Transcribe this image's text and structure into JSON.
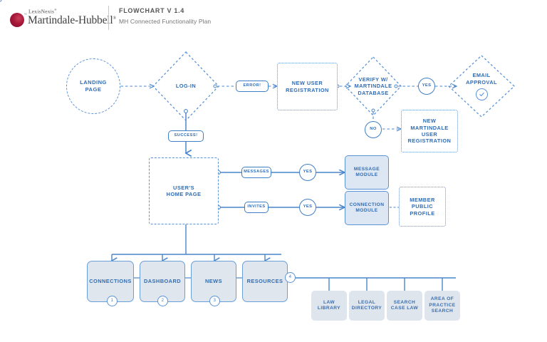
{
  "header": {
    "logo": {
      "brand_top": "LexisNexis",
      "brand_main": "Martindale-Hubbell",
      "mark_name": "lexisnexis-orb-logo"
    },
    "title": "FLOWCHART  V 1.4",
    "subtitle": "MH Connected Functionality Plan"
  },
  "colors": {
    "accent_blue": "#2f6cb5",
    "line_blue": "#5b93d6",
    "fill_blue": "#dce7f3",
    "fill_big": "#dfe6ee",
    "fill_grey": "#dfe5ec",
    "logo_red": "#a8173a",
    "background": "#ffffff"
  },
  "flowchart": {
    "type": "flowchart",
    "nodes": [
      {
        "id": "landing",
        "label": "LANDING\nPAGE",
        "shape": "circle-dashed"
      },
      {
        "id": "login",
        "label": "LOG-IN",
        "shape": "diamond-dashed"
      },
      {
        "id": "error",
        "label": "ERROR!",
        "shape": "pill"
      },
      {
        "id": "newuser",
        "label": "NEW USER\nREGISTRATION",
        "shape": "box-dotted"
      },
      {
        "id": "verify",
        "label": "VERIFY W/\nMARTINDALE\nDATABASE",
        "shape": "diamond-dashed"
      },
      {
        "id": "yes1",
        "label": "YES",
        "shape": "circle"
      },
      {
        "id": "approval",
        "label": "EMAIL\nAPPROVAL",
        "shape": "diamond-dashed",
        "icon": "check-circle-icon"
      },
      {
        "id": "no1",
        "label": "NO",
        "shape": "circle"
      },
      {
        "id": "newmart",
        "label": "NEW\nMARTINDALE\nUSER\nREGISTRATION",
        "shape": "box-dotted"
      },
      {
        "id": "success",
        "label": "SUCCESS!",
        "shape": "pill"
      },
      {
        "id": "homepage",
        "label": "USER'S\nHOME PAGE",
        "shape": "box-dashed"
      },
      {
        "id": "messages",
        "label": "MESSAGES",
        "shape": "pill"
      },
      {
        "id": "yes2",
        "label": "YES",
        "shape": "circle"
      },
      {
        "id": "msgmodule",
        "label": "MESSAGE\nMODULE",
        "shape": "box-filled"
      },
      {
        "id": "invites",
        "label": "INVITES",
        "shape": "pill"
      },
      {
        "id": "yes3",
        "label": "YES",
        "shape": "circle"
      },
      {
        "id": "connmodule",
        "label": "CONNECTION\nMODULE",
        "shape": "box-filled"
      },
      {
        "id": "memberprof",
        "label": "MEMBER\nPUBLIC\nPROFILE",
        "shape": "box-dotted"
      },
      {
        "id": "connections",
        "label": "CONNECTIONS",
        "shape": "box-big",
        "badge": "1"
      },
      {
        "id": "dashboard",
        "label": "DASHBOARD",
        "shape": "box-big",
        "badge": "2"
      },
      {
        "id": "news",
        "label": "NEWS",
        "shape": "box-big",
        "badge": "3"
      },
      {
        "id": "resources",
        "label": "RESOURCES",
        "shape": "box-big",
        "badge": "4"
      },
      {
        "id": "lawlib",
        "label": "LAW\nLIBRARY",
        "shape": "box-grey"
      },
      {
        "id": "legaldir",
        "label": "LEGAL\nDIRECTORY",
        "shape": "box-grey"
      },
      {
        "id": "casesearch",
        "label": "SEARCH\nCASE LAW",
        "shape": "box-grey"
      },
      {
        "id": "aopsearch",
        "label": "AREA OF\nPRACTICE\nSEARCH",
        "shape": "box-grey"
      }
    ]
  },
  "labels": {
    "landing": "LANDING\nPAGE",
    "login": "LOG-IN",
    "error": "ERROR!",
    "newuser": "NEW USER\nREGISTRATION",
    "verify": "VERIFY W/\nMARTINDALE\nDATABASE",
    "yes1": "YES",
    "approval": "EMAIL\nAPPROVAL",
    "no1": "NO",
    "newmart": "NEW\nMARTINDALE\nUSER\nREGISTRATION",
    "success": "SUCCESS!",
    "homepage": "USER'S\nHOME PAGE",
    "messages": "MESSAGES",
    "yes2": "YES",
    "msgmodule": "MESSAGE\nMODULE",
    "invites": "INVITES",
    "yes3": "YES",
    "connmodule": "CONNECTION\nMODULE",
    "memberprof": "MEMBER\nPUBLIC\nPROFILE",
    "connections": "CONNECTIONS",
    "dashboard": "DASHBOARD",
    "news": "NEWS",
    "resources": "RESOURCES",
    "lawlib": "LAW\nLIBRARY",
    "legaldir": "LEGAL\nDIRECTORY",
    "casesearch": "SEARCH\nCASE LAW",
    "aopsearch": "AREA OF\nPRACTICE\nSEARCH",
    "badge1": "1",
    "badge2": "2",
    "badge3": "3",
    "badge4": "4"
  }
}
